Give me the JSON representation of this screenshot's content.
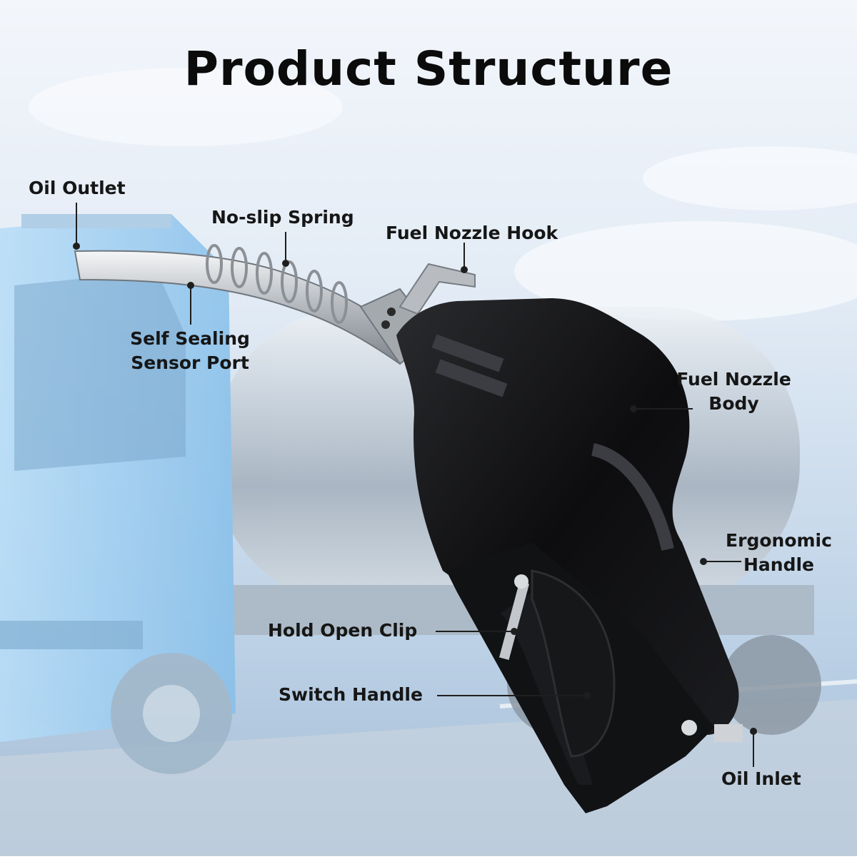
{
  "title": "Product Structure",
  "labels": {
    "oil_outlet": "Oil Outlet",
    "no_slip_spring": "No-slip Spring",
    "fuel_nozzle_hook": "Fuel Nozzle Hook",
    "self_sealing_1": "Self Sealing",
    "self_sealing_2": "Sensor Port",
    "fuel_nozzle_body_1": "Fuel Nozzle",
    "fuel_nozzle_body_2": "Body",
    "ergonomic_handle_1": "Ergonomic",
    "ergonomic_handle_2": "Handle",
    "hold_open_clip": "Hold Open Clip",
    "switch_handle": "Switch Handle",
    "oil_inlet": "Oil Inlet"
  },
  "colors": {
    "sky_top": "#f3f6fb",
    "sky_bottom": "#a9c3dc",
    "nozzle_black": "#0d0d0f",
    "steel": "#c9ccd0",
    "truck_blue": "#8ec5ef"
  }
}
